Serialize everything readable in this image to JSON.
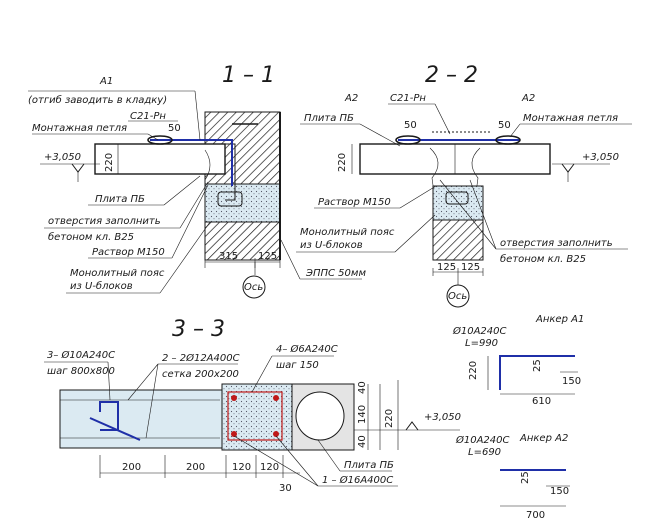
{
  "sections": {
    "s11": {
      "title": "1 – 1"
    },
    "s22": {
      "title": "2 – 2"
    },
    "s33": {
      "title": "3 – 3"
    }
  },
  "s11": {
    "a1": "А1",
    "a1_note": "(отгиб заводить в кладку)",
    "c21": "С21-Рн",
    "lift_loop": "Монтажная петля",
    "dim50": "50",
    "elev": "+3,050",
    "dim220": "220",
    "slab": "Плита ПБ",
    "holes1": "отверстия заполнить",
    "holes2": "бетоном кл. В25",
    "mortar": "Раствор М150",
    "belt1": "Монолитный пояс",
    "belt2": "из U-блоков",
    "dim315": "315",
    "dim125": "125",
    "epps": "ЭППС 50мм",
    "axis": "Ось"
  },
  "s22": {
    "a2_left": "А2",
    "a2_right": "А2",
    "c21": "С21-Рн",
    "slab": "Плита ПБ",
    "lift_loop": "Монтажная петля",
    "dim50a": "50",
    "dim50b": "50",
    "dim220": "220",
    "elev": "+3,050",
    "mortar": "Раствор М150",
    "belt1": "Монолитный пояс",
    "belt2": "из U-блоков",
    "holes1": "отверстия заполнить",
    "holes2": "бетоном кл. В25",
    "dim125a": "125",
    "dim125b": "125",
    "axis": "Ось"
  },
  "s33": {
    "rebar3": "3– Ø10А240С",
    "step800": "шаг 800х800",
    "rebar2": "2 – 2Ø12А400С",
    "mesh": "сетка 200х200",
    "rebar4": "4– Ø6А240С",
    "step150": "шаг 150",
    "dim40a": "40",
    "dim40b": "40",
    "dim140": "140",
    "dim220": "220",
    "elev": "+3,050",
    "slab": "Плита ПБ",
    "rebar1": "1 – Ø16А400С",
    "dim200a": "200",
    "dim200b": "200",
    "dim120a": "120",
    "dim120b": "120",
    "dim30": "30"
  },
  "anchor_a1": {
    "title": "Анкер А1",
    "bar": "Ø10А240С",
    "length": "L=990",
    "dim220": "220",
    "dim25": "25",
    "dim150": "150",
    "dim610": "610"
  },
  "anchor_a2": {
    "title": "Анкер А2",
    "bar": "Ø10А240С",
    "length": "L=690",
    "dim25": "25",
    "dim150": "150",
    "dim700": "700"
  },
  "colors": {
    "rebar_main": "#1f2fa8",
    "rebar_stirrup": "#c01818",
    "ink": "#1a1a1a",
    "block_fill": "#dbeaf2"
  },
  "icons": [
    "axis-marker-icon",
    "elevation-marker-icon"
  ]
}
